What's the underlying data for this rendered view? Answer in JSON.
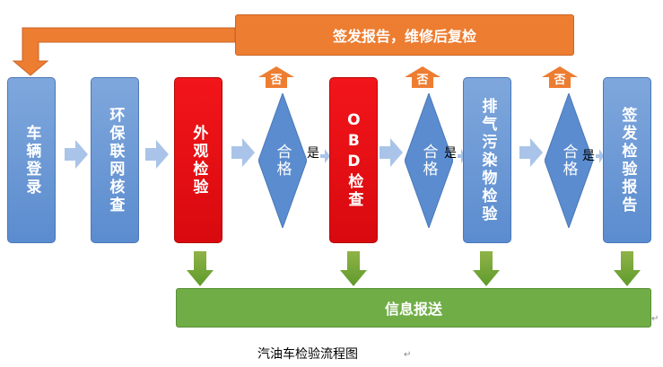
{
  "top_bar": {
    "label": "签发报告，维修后复检"
  },
  "bottom_bar": {
    "label": "信息报送"
  },
  "steps": [
    {
      "label": "车辆登录"
    },
    {
      "label": "环保联网核查"
    },
    {
      "label": "外观检验"
    },
    {
      "label": "OBD检查"
    },
    {
      "label": "排气污染物检验"
    },
    {
      "label": "签发检验报告"
    }
  ],
  "decisions": [
    {
      "label": "合格",
      "yes": "是",
      "no": "否"
    },
    {
      "label": "合格",
      "yes": "是",
      "no": "否"
    },
    {
      "label": "合格",
      "yes": "是",
      "no": "否"
    }
  ],
  "caption": "汽油车检验流程图",
  "colors": {
    "blue": "#5b8ccf",
    "red": "#d80a0f",
    "orange": "#ed7d31",
    "green": "#70ad47",
    "arrow": "#a9c4e8"
  }
}
